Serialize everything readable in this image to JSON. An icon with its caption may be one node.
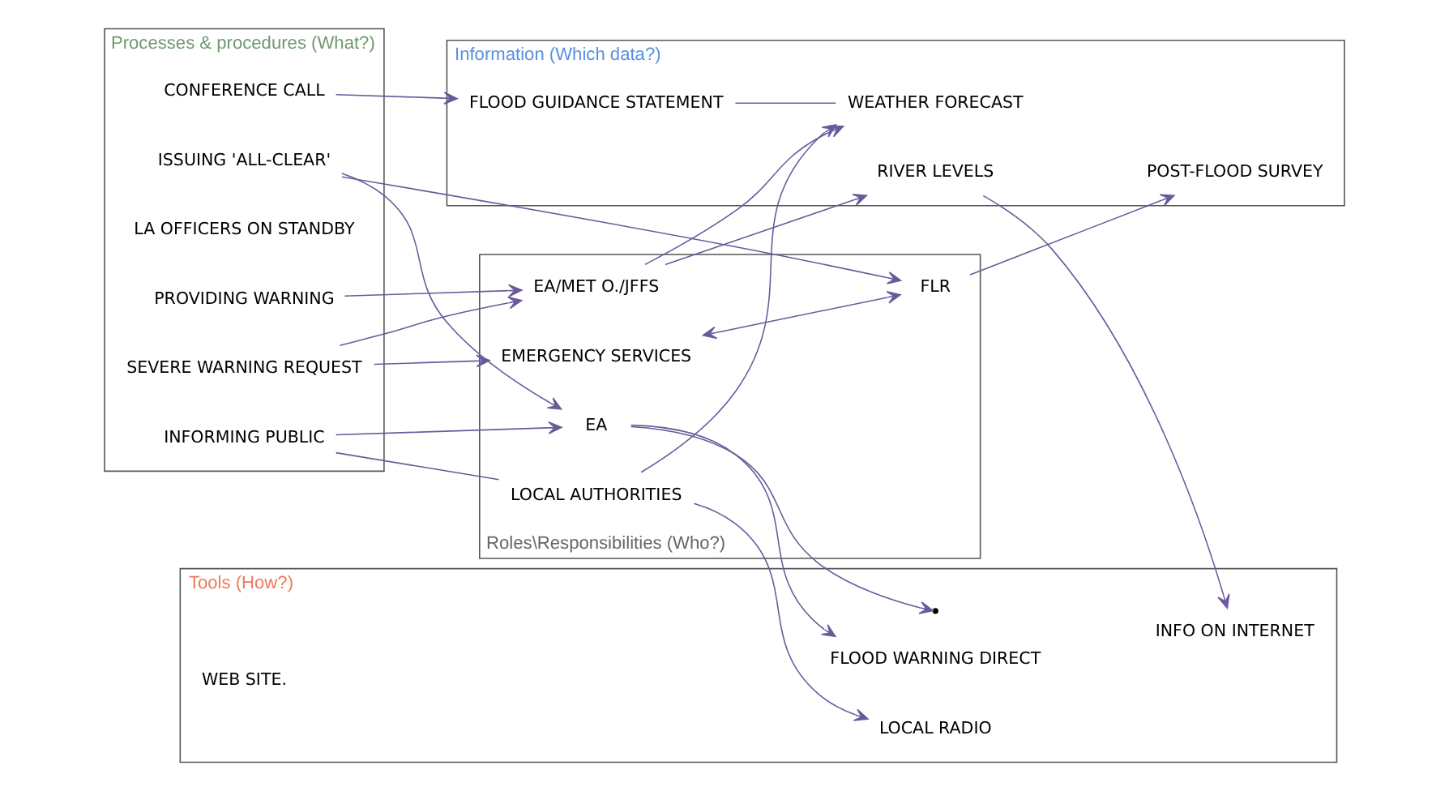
{
  "diagram": {
    "nodes": [
      {
        "text": [
          "Processes & procedures (What?)"
        ]
      },
      {
        "text": [
          "PROVIDING WARNING"
        ],
        "in": 0
      },
      {
        "text": [
          "SEVERE WARNING REQUEST"
        ],
        "in": 0
      },
      {
        "text": [
          "LA OFFICERS ON STANDBY"
        ],
        "in": 0
      },
      {
        "text": [
          "INFORMING PUBLIC"
        ],
        "in": 0
      },
      {
        "text": [
          "CONFERENCE CALL"
        ],
        "in": 0
      },
      {
        "text": [
          "ISSUING 'ALL-CLEAR'"
        ],
        "in": 0
      },
      {
        "text": [
          "Roles\\Responsibilities (Who?)"
        ]
      },
      {
        "text": [
          "EA/MET O./JFFS"
        ],
        "in": 7
      },
      {
        "text": [
          "EMERGENCY SERVICES"
        ],
        "in": 7
      },
      {
        "text": [
          "LOCAL AUTHORITIES"
        ],
        "in": 7
      },
      {
        "text": [
          "EA"
        ],
        "in": 7
      },
      {
        "text": [
          "FLR"
        ],
        "in": 7
      },
      {
        "text": [
          "Tools (How?)"
        ]
      },
      {
        "text": [
          "INFO ON INTERNET"
        ],
        "in": 13
      },
      {
        "text": [
          "FLOOD WARNING DIRECT"
        ],
        "in": 13
      },
      {
        "text": [
          "LOCAL RADIO"
        ],
        "in": 13
      },
      {
        "text": [
          "WEB SITE."
        ],
        "in": 13
      },
      {
        "text": [
          "Information (Which data?)"
        ]
      },
      {
        "text": [
          "RIVER LEVELS"
        ],
        "in": 18
      },
      {
        "text": [
          "WEATHER FORECAST"
        ],
        "in": 18
      },
      {
        "text": [
          "FLOOD GUIDANCE STATEMENT"
        ],
        "in": 18
      },
      {
        "text": [
          "POST-FLOOD SURVEY"
        ],
        "in": 18
      }
    ],
    "edges": [
      {
        "from": 1,
        "to": 8,
        "arrow": "to"
      },
      {
        "from": 2,
        "to": 8,
        "arrow": "to"
      },
      {
        "from": 2,
        "to": 9,
        "arrow": "to"
      },
      {
        "from": 4,
        "to": 10,
        "arrow": "none"
      },
      {
        "from": 4,
        "to": 11,
        "arrow": "to"
      },
      {
        "from": 5,
        "to": 21,
        "arrow": "to"
      },
      {
        "from": 6,
        "to": 11,
        "arrow": "to"
      },
      {
        "from": 6,
        "to": 12,
        "arrow": "to"
      },
      {
        "from": 10,
        "to": 16,
        "arrow": "to"
      },
      {
        "from": 11,
        "to": null,
        "arrow": "to"
      },
      {
        "from": 11,
        "to": 15,
        "arrow": "to"
      },
      {
        "from": 19,
        "to": 14,
        "arrow": "to"
      },
      {
        "from": 10,
        "to": 20,
        "arrow": "to"
      },
      {
        "from": 8,
        "to": 19,
        "arrow": "to"
      },
      {
        "from": 8,
        "to": 20,
        "arrow": "to"
      },
      {
        "from": 21,
        "to": 20,
        "arrow": "none"
      },
      {
        "from": 9,
        "to": 12,
        "arrow": "both"
      },
      {
        "from": 12,
        "to": 22,
        "arrow": "to"
      }
    ]
  }
}
